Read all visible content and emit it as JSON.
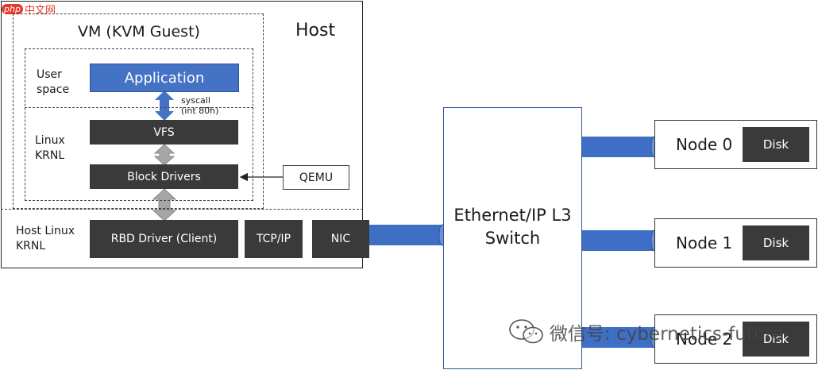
{
  "watermark_top": {
    "brand": "php",
    "text": "中文网"
  },
  "host": {
    "title": "Host"
  },
  "vm": {
    "title": "VM (KVM Guest)"
  },
  "guest": {
    "user_space_label": "User\nspace",
    "linux_krnl_label": "Linux\nKRNL",
    "application": "Application",
    "syscall_label": "syscall\n(int 80h)",
    "vfs": "VFS",
    "block_drivers": "Block Drivers",
    "qemu": "QEMU"
  },
  "host_kernel": {
    "label": "Host Linux\nKRNL",
    "rbd_driver": "RBD Driver (Client)",
    "tcpip": "TCP/IP",
    "nic": "NIC"
  },
  "switch": {
    "label": "Ethernet/IP L3\nSwitch"
  },
  "nodes": [
    {
      "name": "Node 0",
      "disk": "Disk"
    },
    {
      "name": "Node 1",
      "disk": "Disk"
    },
    {
      "name": "Node 2",
      "disk": "Disk"
    }
  ],
  "watermark_bottom": {
    "text": "微信号: cybernetics-future"
  },
  "colors": {
    "app_blue": "#4472c4",
    "pipe_blue": "#3e6fc4",
    "box_dark": "#3a3a3a",
    "arrow_gray": "#a6a6a6"
  }
}
